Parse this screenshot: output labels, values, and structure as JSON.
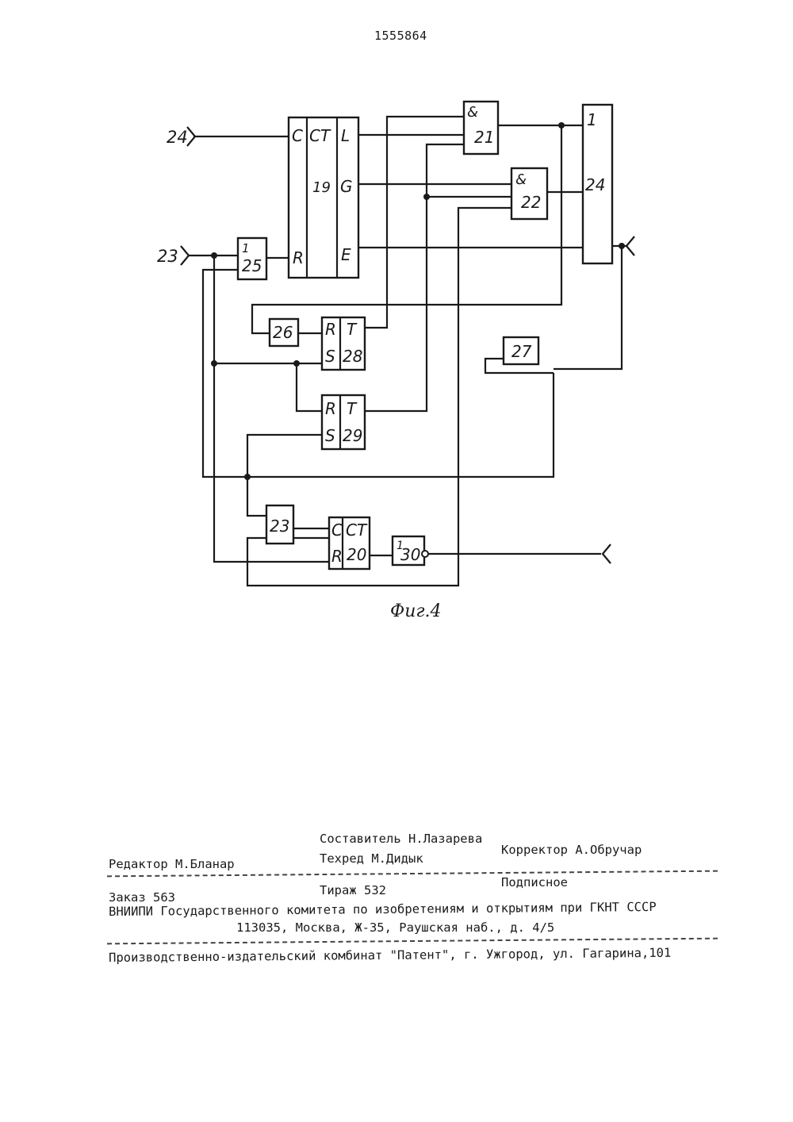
{
  "page_number": "1555864",
  "figure": {
    "caption": "Фиг.4",
    "inputs": {
      "in_top": "24",
      "in_mid": "23"
    },
    "counter19": {
      "c": "C",
      "ct": "CT",
      "num": "19",
      "l": "L",
      "g": "G",
      "r": "R",
      "e": "E"
    },
    "and21": {
      "op": "&",
      "num": "21"
    },
    "and22": {
      "op": "&",
      "num": "22"
    },
    "or24": {
      "op": "1",
      "num": "24"
    },
    "or25": {
      "op": "1",
      "num": "25"
    },
    "block26": {
      "num": "26"
    },
    "block27": {
      "num": "27"
    },
    "trigger28": {
      "r": "R",
      "s": "S",
      "t": "T",
      "num": "28"
    },
    "trigger29": {
      "r": "R",
      "s": "S",
      "t": "T",
      "num": "29"
    },
    "block23": {
      "num": "23"
    },
    "counter20": {
      "c": "C",
      "r": "R",
      "ct": "CT",
      "num": "20"
    },
    "not30": {
      "op": "1",
      "num": "30"
    }
  },
  "imprint": {
    "compiler": "Составитель Н.Лазарева",
    "editor": "Редактор М.Бланар",
    "techred": "Техред М.Дидык",
    "corrector": "Корректор А.Обручар",
    "order": "Заказ 563",
    "circulation": "Тираж 532",
    "subscription": "Подписное",
    "vniipi": "ВНИИПИ Государственного комитета по изобретениям и открытиям при ГКНТ СССР",
    "address": "113035, Москва, Ж-35, Раушская наб., д. 4/5",
    "plant": "Производственно-издательский комбинат \"Патент\", г. Ужгород, ул. Гагарина,101"
  }
}
